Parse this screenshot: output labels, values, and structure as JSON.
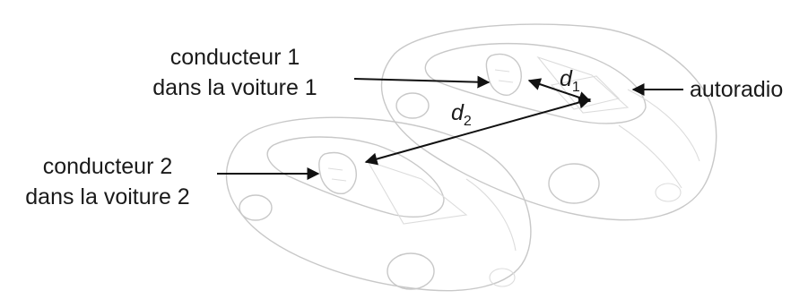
{
  "labels": {
    "driver1_line1": "conducteur 1",
    "driver1_line2": "dans la voiture 1",
    "driver2_line1": "conducteur 2",
    "driver2_line2": "dans la voiture 2",
    "radio": "autoradio",
    "d1_symbol": "d",
    "d1_index": "1",
    "d2_symbol": "d",
    "d2_index": "2"
  },
  "icons": {
    "car1": "car-top-view-icon",
    "car2": "car-top-view-icon",
    "driver1": "seated-driver-icon",
    "driver2": "seated-driver-icon",
    "radio": "car-radio-icon"
  }
}
